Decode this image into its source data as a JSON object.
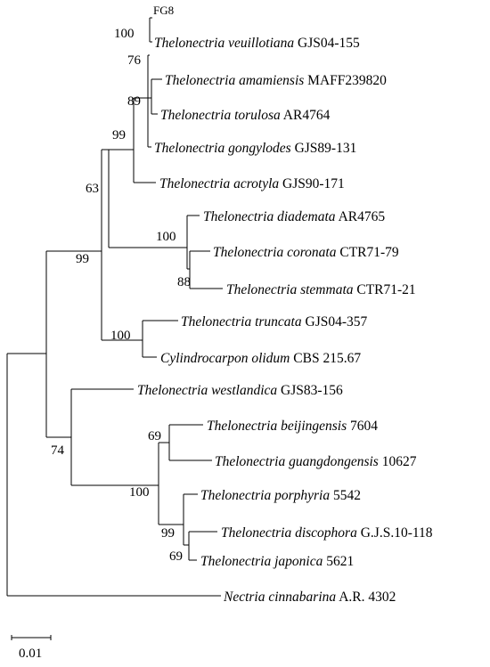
{
  "tree": {
    "taxa": [
      {
        "id": "fg8",
        "label": "FG8"
      },
      {
        "id": "veuillotiana",
        "species": "Thelonectria veuillotiana",
        "strain": "GJS04-155"
      },
      {
        "id": "amamiensis",
        "species": "Thelonectria amamiensis",
        "strain": "MAFF239820"
      },
      {
        "id": "torulosa",
        "species": "Thelonectria torulosa",
        "strain": "AR4764"
      },
      {
        "id": "gongylodes",
        "species": "Thelonectria gongylodes",
        "strain": "GJS89-131"
      },
      {
        "id": "acrotyla",
        "species": "Thelonectria acrotyla",
        "strain": "GJS90-171"
      },
      {
        "id": "diademata",
        "species": "Thelonectria diademata",
        "strain": "AR4765"
      },
      {
        "id": "coronata",
        "species": "Thelonectria coronata",
        "strain": "CTR71-79"
      },
      {
        "id": "stemmata",
        "species": "Thelonectria stemmata",
        "strain": "CTR71-21"
      },
      {
        "id": "truncata",
        "species": "Thelonectria truncata",
        "strain": "GJS04-357"
      },
      {
        "id": "olidum",
        "species": "Cylindrocarpon olidum",
        "strain": "CBS 215.67"
      },
      {
        "id": "westlandica",
        "species": "Thelonectria westlandica",
        "strain": "GJS83-156"
      },
      {
        "id": "beijingensis",
        "species": "Thelonectria beijingensis",
        "strain": "7604"
      },
      {
        "id": "guangdongensis",
        "species": "Thelonectria guangdongensis",
        "strain": "10627"
      },
      {
        "id": "porphyria",
        "species": "Thelonectria porphyria",
        "strain": "5542"
      },
      {
        "id": "discophora",
        "species": "Thelonectria discophora",
        "strain": "G.J.S.10-118"
      },
      {
        "id": "japonica",
        "species": "Thelonectria japonica",
        "strain": "5621"
      },
      {
        "id": "cinnabarina",
        "species": "Nectria cinnabarina",
        "strain": "A.R. 4302"
      }
    ],
    "bootstrap": [
      {
        "id": "b-fg8-veuillotiana",
        "value": "100"
      },
      {
        "id": "b-amamiensis-torulosa",
        "value": "76"
      },
      {
        "id": "b-inner-group",
        "value": "89"
      },
      {
        "id": "b-acrotyla-group",
        "value": "99"
      },
      {
        "id": "b-major-group",
        "value": "63"
      },
      {
        "id": "b-diademata-group",
        "value": "100"
      },
      {
        "id": "b-coronata-stemmata",
        "value": "88"
      },
      {
        "id": "b-truncata-olidum",
        "value": "100"
      },
      {
        "id": "b-upper-clade",
        "value": "99"
      },
      {
        "id": "b-lower-clade",
        "value": "74"
      },
      {
        "id": "b-beijingensis-guangdongensis",
        "value": "69"
      },
      {
        "id": "b-beijing-porphyria",
        "value": "100"
      },
      {
        "id": "b-porphyria-group",
        "value": "99"
      },
      {
        "id": "b-discophora-japonica",
        "value": "69"
      }
    ],
    "scale_bar": {
      "label": "0.01"
    }
  }
}
